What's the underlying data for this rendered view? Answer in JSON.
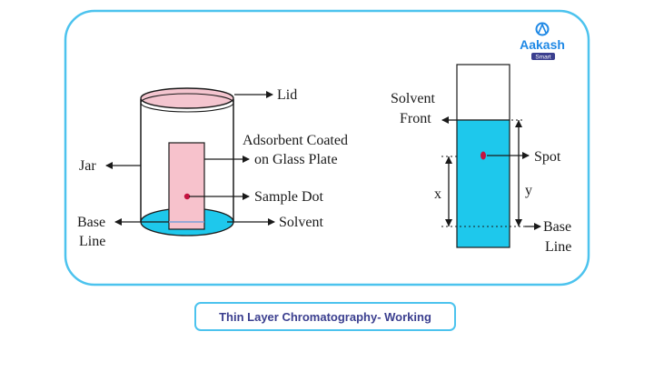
{
  "brand": {
    "name": "Aakash",
    "tag": "Smart"
  },
  "diagram": {
    "labels": {
      "lid": "Lid",
      "jar": "Jar",
      "adsorbent_line1": "Adsorbent Coated",
      "adsorbent_line2": "on Glass Plate",
      "sample_dot": "Sample Dot",
      "solvent": "Solvent",
      "base_line_left_1": "Base",
      "base_line_left_2": "Line",
      "solvent_front_1": "Solvent",
      "solvent_front_2": "Front",
      "spot": "Spot",
      "x": "x",
      "y": "y",
      "base_line_right_1": "Base",
      "base_line_right_2": "Line"
    }
  },
  "caption": "Thin Layer Chromatography- Working",
  "colors": {
    "frame_border": "#4cc3ee",
    "lid_pink": "#f4c5cf",
    "plate_pink": "#f7c2cc",
    "solvent_blue": "#1ec8ec",
    "dot_red": "#c4123f",
    "caption_text": "#3b3f8f",
    "logo_blue": "#1e88e5"
  }
}
